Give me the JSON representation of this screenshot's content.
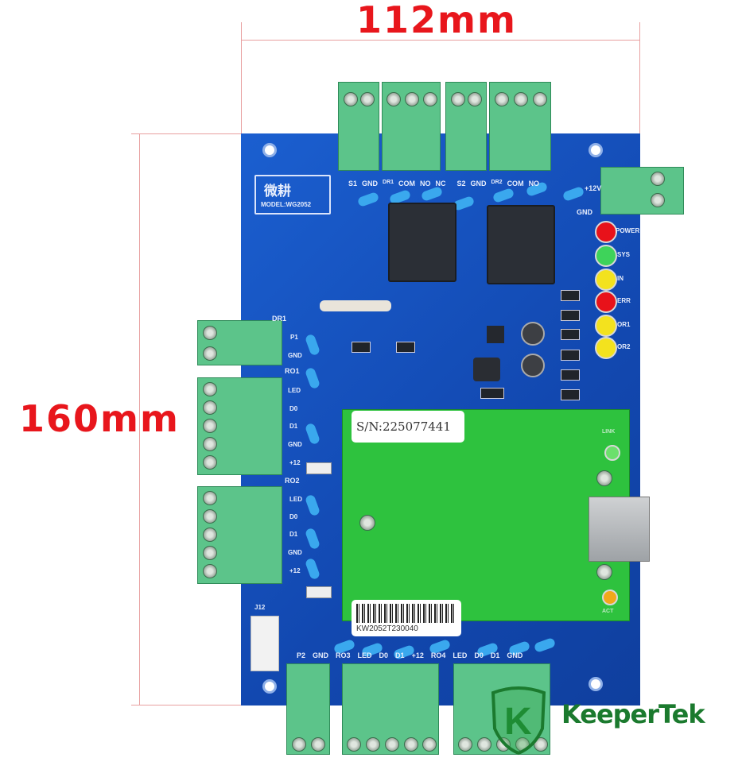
{
  "dimensions": {
    "width_label": "112mm",
    "height_label": "160mm"
  },
  "board": {
    "brand_chinese": "微耕",
    "model": "MODEL:WG2052",
    "top_labels": [
      "S1",
      "GND",
      "DR1",
      "COM",
      "NO",
      "NC",
      "S2",
      "GND",
      "DR2",
      "COM",
      "NO"
    ],
    "power_labels": [
      "+12V",
      "GND"
    ],
    "led_labels": [
      "POWER",
      "SYS",
      "IN",
      "ERR",
      "OR1",
      "OR2"
    ],
    "left_labels": {
      "dr1": [
        "DR1",
        "P1",
        "GND"
      ],
      "ro1": [
        "RO1",
        "LED",
        "D0",
        "D1",
        "GND",
        "+12"
      ],
      "ro2": [
        "RO2",
        "LED",
        "D0",
        "D1",
        "GND",
        "+12"
      ]
    },
    "bottom_labels": [
      "P2",
      "GND",
      "RO3",
      "LED",
      "D0",
      "D1",
      "+12",
      "RO4",
      "LED",
      "D0",
      "D1",
      "GND"
    ],
    "connector_label": "J12",
    "serial_label": "S/N:225077441",
    "barcode_text": "KW2052T230040",
    "module_leds": [
      "LINK",
      "ACT"
    ]
  },
  "colors": {
    "dimension": "#e8161c",
    "board": "#1450b8",
    "brand": "#1b7a2e"
  },
  "watermark": {
    "brand": "KeeperTek",
    "logo_letter": "K"
  }
}
